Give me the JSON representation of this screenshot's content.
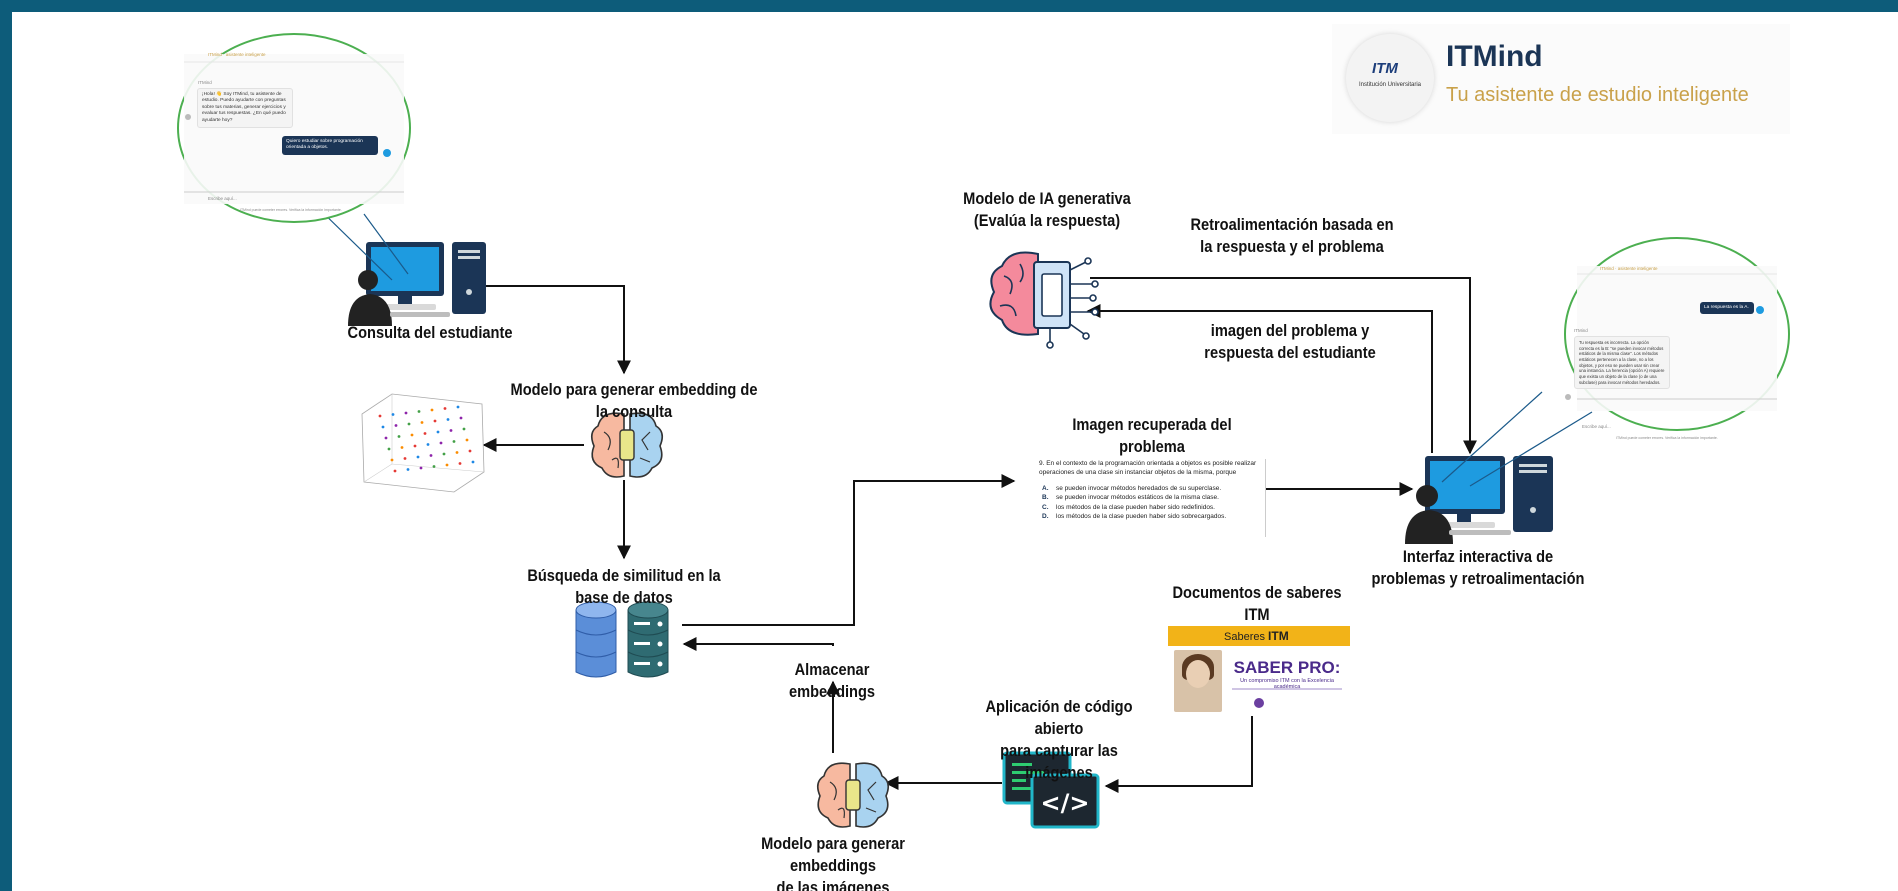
{
  "brand": {
    "logo_mark": "ITM",
    "logo_caption": "Institución Universitaria",
    "name": "ITMind",
    "tagline": "Tu asistente de estudio inteligente"
  },
  "nodes": {
    "student_query": "Consulta del estudiante",
    "query_embedding_model": "Modelo para generar embedding de la consulta",
    "similarity_search": "Búsqueda de similitud en la base de datos",
    "store_embeddings": "Almacenar embeddings",
    "image_embedding_model_line1": "Modelo para generar embeddings",
    "image_embedding_model_line2": "de las imágenes",
    "capture_app_line1": "Aplicación de código abierto",
    "capture_app_line2": "para capturar las imágenes",
    "documents": "Documentos de saberes ITM",
    "retrieved_problem": "Imagen recuperada del problema",
    "genai_line1": "Modelo de IA generativa",
    "genai_line2": "(Evalúa la respuesta)",
    "feedback_line1": "Retroalimentación basada en",
    "feedback_line2": "la respuesta y el problema",
    "problem_image_line1": "imagen del problema y",
    "problem_image_line2": "respuesta del estudiante",
    "interface_line1": "Interfaz interactiva de",
    "interface_line2": "problemas y retroalimentación"
  },
  "problem_card": {
    "question": "9. En el contexto de la programación orientada a objetos es posible realizar operaciones de una clase sin instanciar objetos de la misma, porque",
    "options": [
      {
        "key": "A.",
        "text": "se pueden invocar métodos heredados de su superclase."
      },
      {
        "key": "B.",
        "text": "se pueden invocar métodos estáticos de la misma clase."
      },
      {
        "key": "C.",
        "text": "los métodos de la clase pueden haber sido redefinidos."
      },
      {
        "key": "D.",
        "text": "los métodos de la clase pueden haber sido sobrecargados."
      }
    ]
  },
  "chat_left": {
    "header": "ITMind · asistente inteligente",
    "sender": "ITMind",
    "bot_message": "¡Hola! 👋 Soy ITMind, tu asistente de estudio. Puedo ayudarte con preguntas sobre tus materias, generar ejercicios y evaluar tus respuestas. ¿En qué puedo ayudarte hoy?",
    "user_message": "Quiero estudiar sobre programación orientada a objetos.",
    "input_placeholder": "Escribe aquí...",
    "disclaimer": "ITMind puede cometer errores. Verifica la información importante."
  },
  "chat_right": {
    "header": "ITMind · asistente inteligente",
    "sender": "ITMind",
    "user_message": "La respuesta es la A.",
    "bot_message": "Tu respuesta es incorrecta. La opción correcta es la B: \"se pueden invocar métodos estáticos de la misma clase\". Los métodos estáticos pertenecen a la clase, no a los objetos, y por eso se pueden usar sin crear una instancia. La herencia (opción A) requiere que exista un objeto de la clase (o de una subclase) para invocar métodos heredados.",
    "input_placeholder": "Escribe aquí...",
    "disclaimer": "ITMind puede cometer errores. Verifica la información importante."
  },
  "doc_card": {
    "brand_prefix": "Saberes",
    "brand_strong": "ITM",
    "headline": "SABER PRO:",
    "subline": "Un compromiso ITM con la Excelencia académica"
  },
  "code_icon": {
    "glyph": "</>"
  },
  "colors": {
    "frame": "#0d5c7a",
    "navy": "#1b3556",
    "gold": "#c9a14a",
    "arrow": "#111111",
    "callout": "#4caf50"
  }
}
